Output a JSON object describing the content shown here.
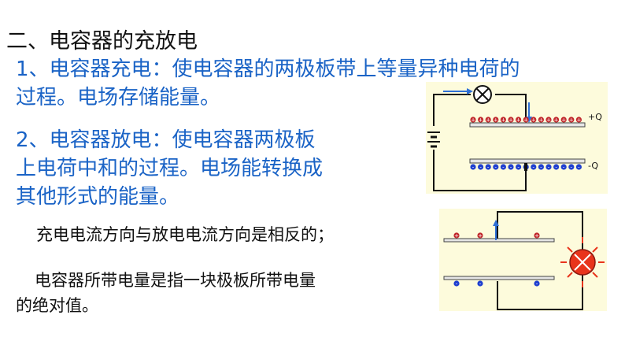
{
  "section_title": "二、电容器的充放电",
  "charging": {
    "line1": "1、电容器充电：使电容器的两极板带上等量异种电荷的",
    "line2": "过程。电场存储能量。"
  },
  "discharging": {
    "line1": "2、电容器放电：使电容器两极板",
    "line2": "上电荷中和的过程。电场能转换成",
    "line3": "其他形式的能量。"
  },
  "note1": "充电电流方向与放电电流方向是相反的；",
  "note2": {
    "line1": "电容器所带电量是指一块极板所带电量",
    "line2": "的绝对值。"
  },
  "diagram_charge": {
    "plus_label": "+Q",
    "minus_label": "-Q",
    "plus_charge_glyph": "+",
    "minus_charge_glyph": "-",
    "plus_count": 15,
    "minus_count": 15
  },
  "diagram_discharge": {
    "plus_charge_glyph": "+",
    "minus_charge_glyph": "-"
  },
  "colors": {
    "text_blue": "#1a63c6",
    "panel_bg": "#fdfbdc",
    "plus_charge": "#c0262a",
    "minus_charge": "#1f3fd0",
    "arrow_blue": "#2e6fd6",
    "bulb_lit": "#e8341c"
  },
  "icons": [
    "battery-icon",
    "lamp-icon",
    "lit-lamp-icon",
    "current-arrow-icon"
  ]
}
